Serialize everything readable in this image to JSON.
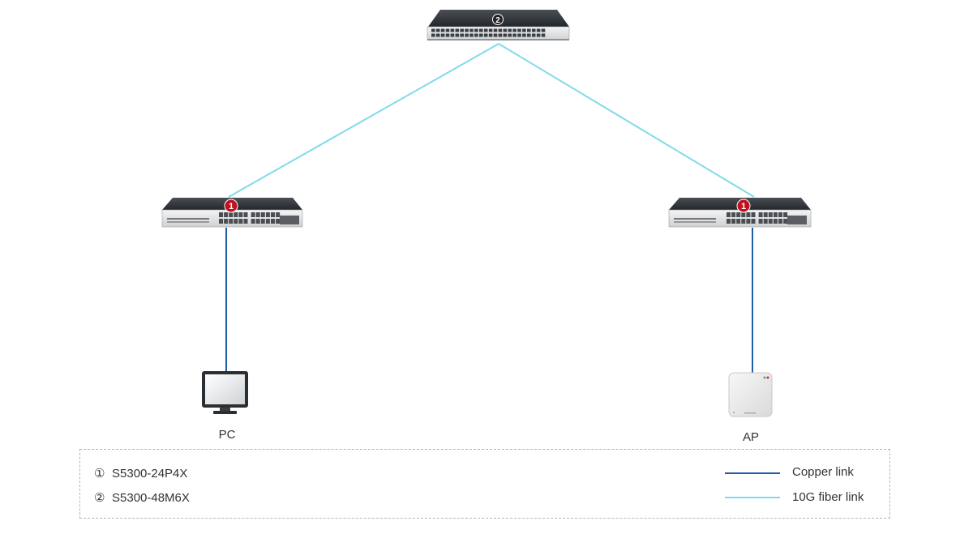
{
  "devices": {
    "core_switch": {
      "badge": "2"
    },
    "access_switch_left": {
      "badge": "1"
    },
    "access_switch_right": {
      "badge": "1"
    },
    "pc": {
      "label": "PC"
    },
    "ap": {
      "label": "AP"
    }
  },
  "links": [
    {
      "from": "core_switch",
      "to": "access_switch_left",
      "type": "10G fiber link"
    },
    {
      "from": "core_switch",
      "to": "access_switch_right",
      "type": "10G fiber link"
    },
    {
      "from": "access_switch_left",
      "to": "pc",
      "type": "Copper link"
    },
    {
      "from": "access_switch_right",
      "to": "ap",
      "type": "Copper link"
    }
  ],
  "legend": {
    "models": [
      {
        "marker": "①",
        "name": "S5300-24P4X"
      },
      {
        "marker": "②",
        "name": "S5300-48M6X"
      }
    ],
    "link_types": [
      {
        "label": "Copper link",
        "color": "#1f5fa6"
      },
      {
        "label": "10G fiber link",
        "color": "#7fdbea"
      }
    ]
  },
  "colors": {
    "copper": "#1f5fa6",
    "fiber": "#7fdbea",
    "badge_access": "#c0111f",
    "badge_core": "#222222"
  }
}
